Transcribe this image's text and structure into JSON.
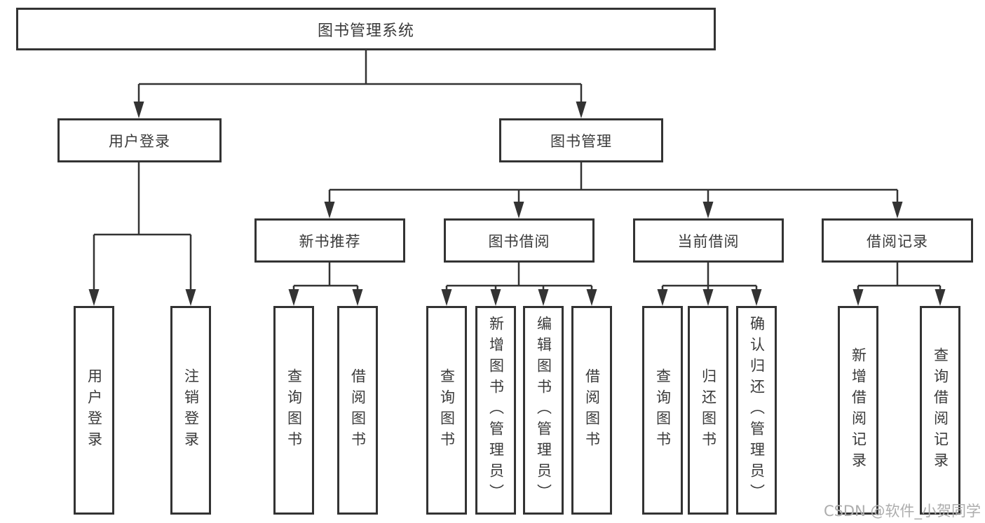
{
  "diagram_title": "图书管理系统",
  "nodes": {
    "root": {
      "label": "图书管理系统"
    },
    "userLogin": {
      "label": "用户登录"
    },
    "bookMgmt": {
      "label": "图书管理"
    },
    "newBookRec": {
      "label": "新书推荐"
    },
    "bookBorrow": {
      "label": "图书借阅"
    },
    "currentBorrow": {
      "label": "当前借阅"
    },
    "borrowRecords": {
      "label": "借阅记录"
    },
    "leafUserLogin": {
      "label": "用户登录"
    },
    "leafLogout": {
      "label": "注销登录"
    },
    "leafQueryBooks1": {
      "label": "查询图书"
    },
    "leafBorrowBooks1": {
      "label": "借阅图书"
    },
    "leafQueryBooks2": {
      "label": "查询图书"
    },
    "leafAddBooks": {
      "label": "新增图书（管理员）"
    },
    "leafEditBooks": {
      "label": "编辑图书（管理员）"
    },
    "leafBorrowBooks2": {
      "label": "借阅图书"
    },
    "leafQueryBooks3": {
      "label": "查询图书"
    },
    "leafReturnBooks": {
      "label": "归还图书"
    },
    "leafConfirmReturn": {
      "label": "确认归还（管理员）"
    },
    "leafAddBorrowRec": {
      "label": "新增借阅记录"
    },
    "leafQueryBorrowRec": {
      "label": "查询借阅记录"
    }
  },
  "structure": {
    "图书管理系统": {
      "用户登录": [
        "用户登录",
        "注销登录"
      ],
      "图书管理": {
        "新书推荐": [
          "查询图书",
          "借阅图书"
        ],
        "图书借阅": [
          "查询图书",
          "新增图书（管理员）",
          "编辑图书（管理员）",
          "借阅图书"
        ],
        "当前借阅": [
          "查询图书",
          "归还图书",
          "确认归还（管理员）"
        ],
        "借阅记录": [
          "新增借阅记录",
          "查询借阅记录"
        ]
      }
    }
  },
  "watermark": {
    "text": "CSDN @软件_小贺同学"
  },
  "colors": {
    "line": "#333333",
    "text": "#3a3a3a",
    "watermark": "#adadad",
    "background": "#ffffff"
  }
}
